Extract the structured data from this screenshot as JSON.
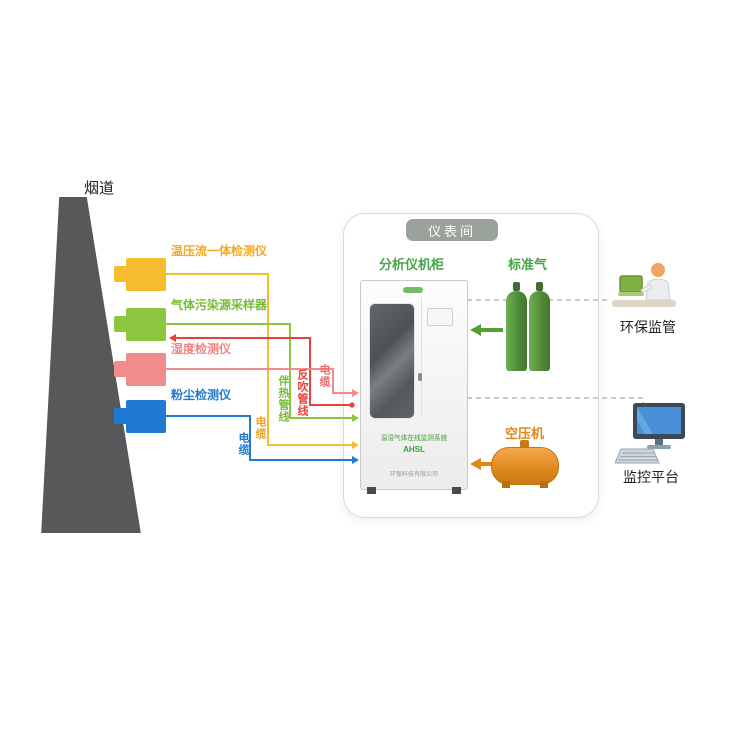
{
  "flue": {
    "label": "烟道"
  },
  "sensors": [
    {
      "name": "温压流一体检测仪",
      "color": "#f5a81e"
    },
    {
      "name": "气体污染源采样器",
      "color": "#76bb3a"
    },
    {
      "name": "湿度检测仪",
      "color": "#f28484"
    },
    {
      "name": "粉尘检测仪",
      "color": "#1e7ad2"
    }
  ],
  "lines": {
    "backpurge_label": "反吹管线",
    "heated_label": "伴热管线",
    "humidity_cable_label": "电缆",
    "temp_cable_label": "电缆",
    "dust_cable_label": "电缆"
  },
  "instrument_room": {
    "title": "仪表间",
    "cabinet": {
      "label": "分析仪机柜",
      "front_line1": "温湿气体在线监测系统",
      "front_line2": "AHSL",
      "front_line3": "环保科技有限公司"
    },
    "standard_gas": {
      "label": "标准气"
    },
    "compressor": {
      "label": "空压机"
    }
  },
  "remote": {
    "env_supervision": {
      "label": "环保监管"
    },
    "monitor_platform": {
      "label": "监控平台"
    }
  },
  "colors": {
    "flue": "#58585a",
    "sensor_temp": "#f6bb2e",
    "sensor_gas": "#8cc63f",
    "sensor_humidity": "#f28b8b",
    "sensor_dust": "#1e7ad2",
    "backpurge_line": "#e8413c",
    "standard_gas_green": "#55a02e",
    "compressor_orange": "#e0871c",
    "room_tab": "#9aa29c",
    "dashed_link": "#b8b8b8"
  }
}
